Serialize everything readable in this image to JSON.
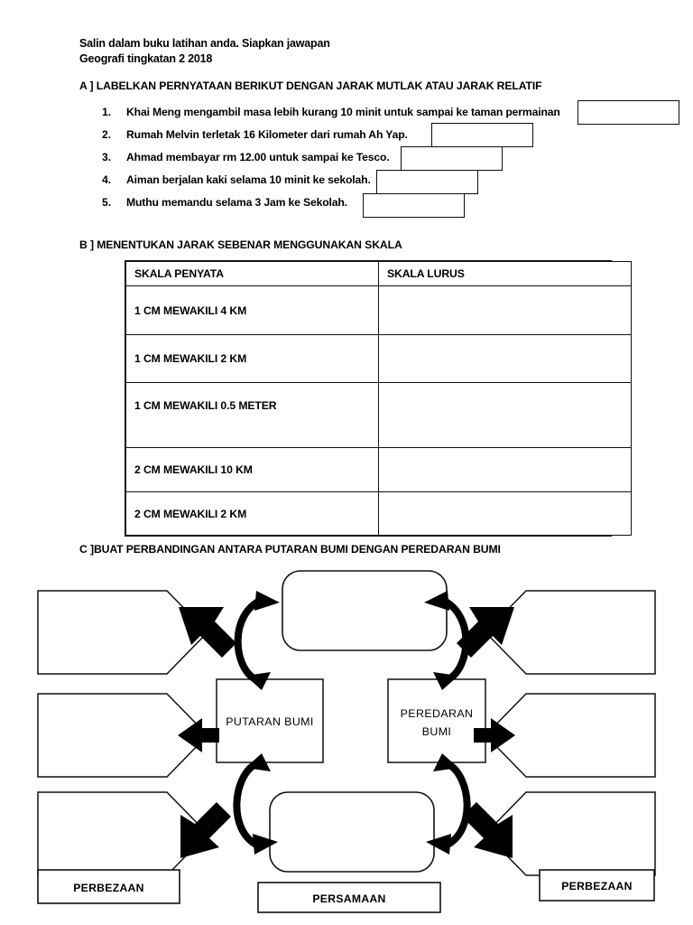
{
  "document": {
    "header_line_1": "Salin dalam buku latihan anda. Siapkan jawapan",
    "header_line_2": "Geografi tingkatan 2 2018"
  },
  "section_a": {
    "heading": "A ] LABELKAN PERNYATAAN BERIKUT DENGAN JARAK MUTLAK ATAU JARAK RELATIF",
    "items": [
      {
        "number": "1.",
        "text": "Khai Meng mengambil masa lebih kurang 10 minit untuk sampai ke taman permainan"
      },
      {
        "number": "2.",
        "text": "Rumah Melvin terletak 16 Kilometer dari rumah Ah Yap."
      },
      {
        "number": "3.",
        "text": "Ahmad membayar rm 12.00 untuk sampai ke Tesco."
      },
      {
        "number": "4.",
        "text": "Aiman berjalan kaki selama 10 minit ke sekolah."
      },
      {
        "number": "5.",
        "text": "Muthu memandu selama 3 Jam ke Sekolah."
      }
    ]
  },
  "section_b": {
    "heading": "B ] MENENTUKAN JARAK SEBENAR MENGGUNAKAN SKALA",
    "columns": [
      "SKALA PENYATA",
      "SKALA LURUS"
    ],
    "rows": [
      {
        "skala_penyata": "1 CM MEWAKILI 4 KM",
        "skala_lurus": ""
      },
      {
        "skala_penyata": "1 CM MEWAKILI 2 KM",
        "skala_lurus": ""
      },
      {
        "skala_penyata": "1 CM MEWAKILI 0.5 METER",
        "skala_lurus": ""
      },
      {
        "skala_penyata": "2 CM MEWAKILI 10 KM",
        "skala_lurus": ""
      },
      {
        "skala_penyata": "2 CM MEWAKILI 2 KM",
        "skala_lurus": ""
      }
    ]
  },
  "section_c": {
    "heading": "C ]BUAT PERBANDINGAN ANTARA PUTARAN BUMI DENGAN PEREDARAN BUMI",
    "center_left_label_line_1": "PUTARAN BUMI",
    "center_right_label_line_1": "PEREDARAN",
    "center_right_label_line_2": "BUMI",
    "bottom_labels": {
      "left": "PERBEZAAN",
      "center": "PERSAMAAN",
      "right": "PERBEZAAN"
    },
    "left_pentagons": [
      "",
      "",
      ""
    ],
    "right_pentagons": [
      "",
      "",
      ""
    ],
    "top_rounded_box": "",
    "bottom_rounded_box": ""
  },
  "colors": {
    "ink": "#000000",
    "paper": "#ffffff",
    "arrow": "#000000"
  }
}
